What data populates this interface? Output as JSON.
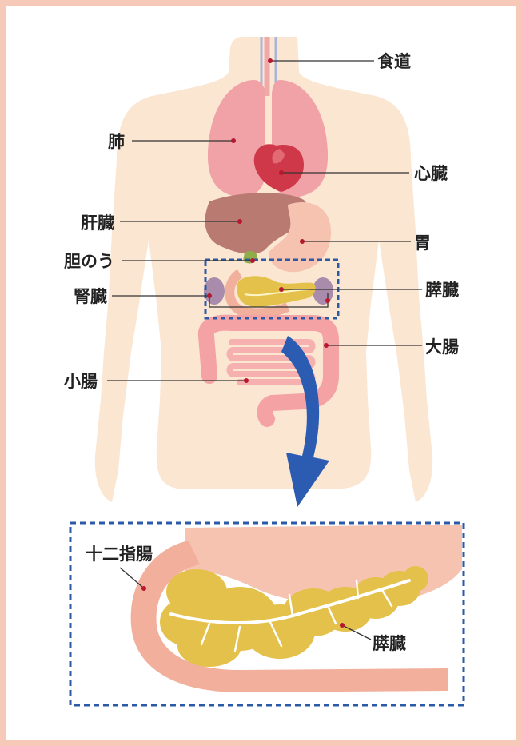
{
  "labels": {
    "esophagus": "食道",
    "lung": "肺",
    "heart": "心臓",
    "liver": "肝臓",
    "stomach": "胃",
    "gallbladder": "胆のう",
    "kidney": "腎臓",
    "pancreas": "膵臓",
    "large_intestine": "大腸",
    "small_intestine": "小腸"
  },
  "detail": {
    "duodenum": "十二指腸",
    "pancreas": "膵臓"
  },
  "colors": {
    "frame": "#f7c9b8",
    "body": "#fbe6d2",
    "lung": "#f0a2a6",
    "heart": "#cf3848",
    "liver": "#b97a72",
    "stomach": "#f6c3b0",
    "pancreas": "#e4c14a",
    "kidney": "#a98cab",
    "intestine": "#f4a2a4",
    "dashed_box": "#2c5aa6",
    "arrow": "#2c5cb2"
  }
}
